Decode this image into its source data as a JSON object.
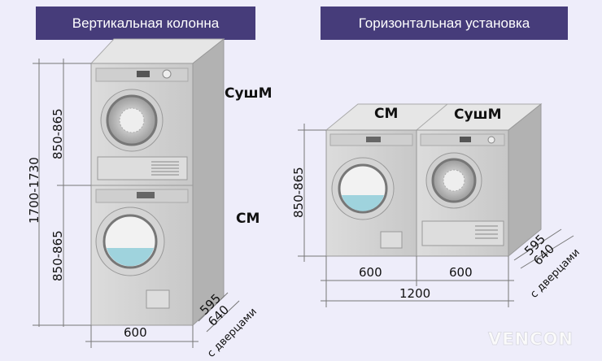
{
  "headers": {
    "vertical": "Вертикальная колонна",
    "horizontal": "Горизонтальная установка"
  },
  "vertical": {
    "dryer_label": "СушМ",
    "washer_label": "СМ",
    "total_height": "1700-1730",
    "unit_height_top": "850-865",
    "unit_height_bottom": "850-865",
    "width": "600",
    "depth": "595",
    "depth_with_door": "640",
    "depth_note": "с дверцами"
  },
  "horizontal": {
    "washer_label": "СМ",
    "dryer_label": "СушМ",
    "height": "850-865",
    "width_left": "600",
    "width_right": "600",
    "total_width": "1200",
    "depth": "595",
    "depth_with_door": "640",
    "depth_note": "с дверцами"
  },
  "logo": {
    "text": "VENCON",
    "accent": "#2fbf71"
  },
  "colors": {
    "header_bg": "#463c7a",
    "background": "#eeedfa"
  }
}
